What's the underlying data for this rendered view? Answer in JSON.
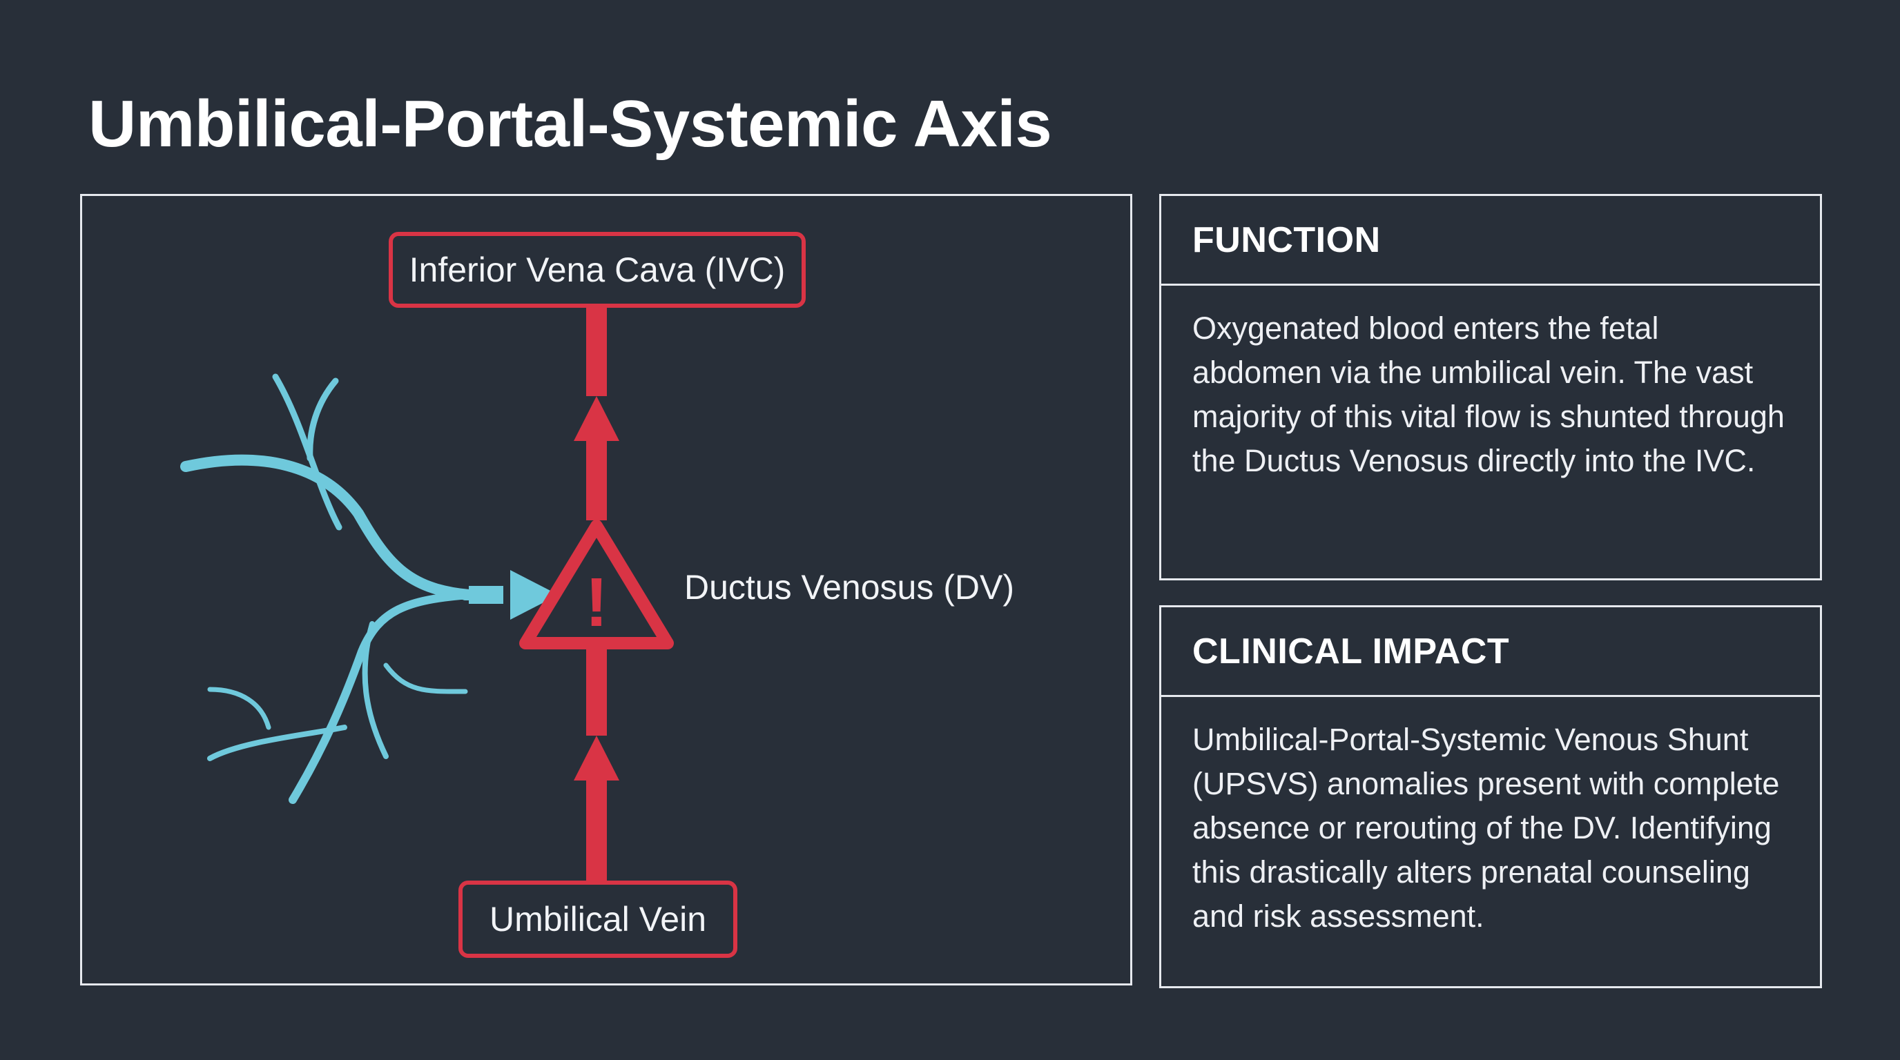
{
  "title": "Umbilical-Portal-Systemic Axis",
  "diagram": {
    "top_node": "Inferior Vena Cava (IVC)",
    "bottom_node": "Umbilical Vein",
    "center_label": "Ductus Venosus (DV)",
    "warning_glyph": "!",
    "icons": [
      "warning-triangle-icon",
      "arrow-up-icon",
      "arrow-right-icon",
      "portal-vein-branches-icon"
    ],
    "colors": {
      "red_flow": "#d93445",
      "portal_blue": "#6fc9dc",
      "background": "#282f39",
      "border": "#e6e9ee"
    }
  },
  "cards": {
    "function": {
      "heading": "FUNCTION",
      "body": "Oxygenated blood enters the fetal abdomen via the umbilical vein. The vast majority of this vital flow is shunted through the Ductus Venosus directly into the IVC."
    },
    "impact": {
      "heading": "CLINICAL IMPACT",
      "body": "Umbilical-Portal-Systemic Venous Shunt (UPSVS) anomalies present with complete absence or rerouting of the DV. Identifying this drastically alters prenatal counseling and risk assessment."
    }
  }
}
